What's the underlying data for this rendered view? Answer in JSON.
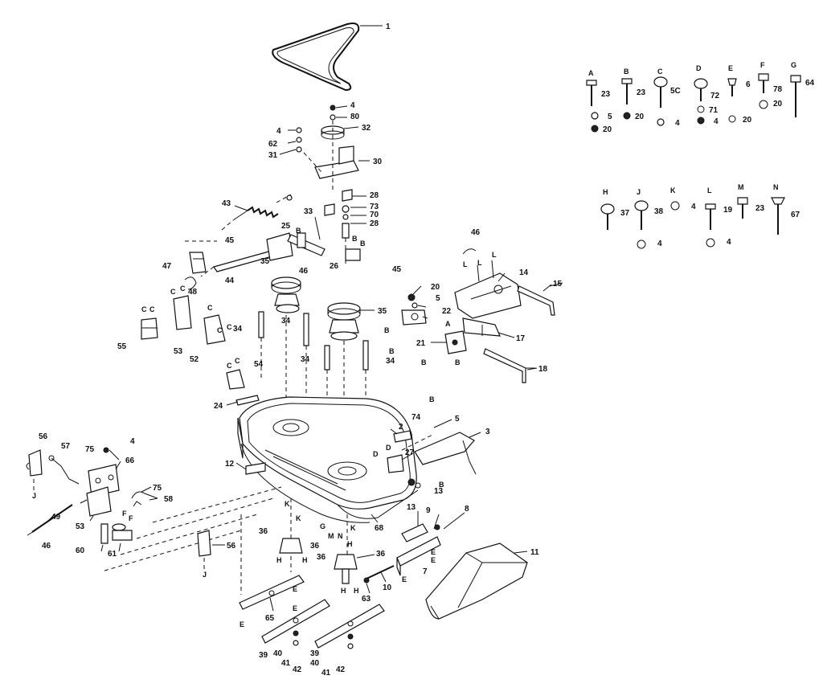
{
  "callouts": [
    {
      "id": "c1",
      "text": "1"
    },
    {
      "id": "c3",
      "text": "3"
    },
    {
      "id": "c4a",
      "text": "4"
    },
    {
      "id": "c80",
      "text": "80"
    },
    {
      "id": "c32",
      "text": "32"
    },
    {
      "id": "c4b",
      "text": "4"
    },
    {
      "id": "c62",
      "text": "62"
    },
    {
      "id": "c31",
      "text": "31"
    },
    {
      "id": "c30",
      "text": "30"
    },
    {
      "id": "c28a",
      "text": "28"
    },
    {
      "id": "c73",
      "text": "73"
    },
    {
      "id": "c70",
      "text": "70"
    },
    {
      "id": "c28b",
      "text": "28"
    },
    {
      "id": "c43",
      "text": "43"
    },
    {
      "id": "c33",
      "text": "33"
    },
    {
      "id": "c25",
      "text": "25"
    },
    {
      "id": "c45a",
      "text": "45"
    },
    {
      "id": "c47",
      "text": "47"
    },
    {
      "id": "c44",
      "text": "44"
    },
    {
      "id": "c35a",
      "text": "35"
    },
    {
      "id": "c46a",
      "text": "46"
    },
    {
      "id": "c26",
      "text": "26"
    },
    {
      "id": "c48",
      "text": "48"
    },
    {
      "id": "c45b",
      "text": "45"
    },
    {
      "id": "c20",
      "text": "20"
    },
    {
      "id": "c5a",
      "text": "5"
    },
    {
      "id": "c22",
      "text": "22"
    },
    {
      "id": "c35b",
      "text": "35"
    },
    {
      "id": "c46b",
      "text": "46"
    },
    {
      "id": "c14",
      "text": "14"
    },
    {
      "id": "c15",
      "text": "15"
    },
    {
      "id": "c17",
      "text": "17"
    },
    {
      "id": "c55",
      "text": "55"
    },
    {
      "id": "c53a",
      "text": "53"
    },
    {
      "id": "c52",
      "text": "52"
    },
    {
      "id": "c34a",
      "text": "34"
    },
    {
      "id": "c34b",
      "text": "34"
    },
    {
      "id": "c34c",
      "text": "34"
    },
    {
      "id": "c34d",
      "text": "34"
    },
    {
      "id": "c21",
      "text": "21"
    },
    {
      "id": "c18",
      "text": "18"
    },
    {
      "id": "c54",
      "text": "54"
    },
    {
      "id": "c24",
      "text": "24"
    },
    {
      "id": "c2",
      "text": "2"
    },
    {
      "id": "c74",
      "text": "74"
    },
    {
      "id": "c5b",
      "text": "5"
    },
    {
      "id": "c27",
      "text": "27"
    },
    {
      "id": "c56a",
      "text": "56"
    },
    {
      "id": "c57",
      "text": "57"
    },
    {
      "id": "c75a",
      "text": "75"
    },
    {
      "id": "c4c",
      "text": "4"
    },
    {
      "id": "c66",
      "text": "66"
    },
    {
      "id": "c12",
      "text": "12"
    },
    {
      "id": "c75b",
      "text": "75"
    },
    {
      "id": "c58",
      "text": "58"
    },
    {
      "id": "c49",
      "text": "49"
    },
    {
      "id": "c53b",
      "text": "53"
    },
    {
      "id": "c46c",
      "text": "46"
    },
    {
      "id": "c60",
      "text": "60"
    },
    {
      "id": "c61",
      "text": "61"
    },
    {
      "id": "c56b",
      "text": "56"
    },
    {
      "id": "c13a",
      "text": "13"
    },
    {
      "id": "c9",
      "text": "9"
    },
    {
      "id": "c13b",
      "text": "13"
    },
    {
      "id": "c8",
      "text": "8"
    },
    {
      "id": "c68",
      "text": "68"
    },
    {
      "id": "c11",
      "text": "11"
    },
    {
      "id": "c7",
      "text": "7"
    },
    {
      "id": "c36a",
      "text": "36"
    },
    {
      "id": "c36b",
      "text": "36"
    },
    {
      "id": "c36c",
      "text": "36"
    },
    {
      "id": "c36d",
      "text": "36"
    },
    {
      "id": "c10",
      "text": "10"
    },
    {
      "id": "c63",
      "text": "63"
    },
    {
      "id": "c65",
      "text": "65"
    },
    {
      "id": "c39",
      "text": "39"
    },
    {
      "id": "c40a",
      "text": "40"
    },
    {
      "id": "c41a",
      "text": "41"
    },
    {
      "id": "c42a",
      "text": "42"
    },
    {
      "id": "c40b",
      "text": "40"
    },
    {
      "id": "c41b",
      "text": "41"
    },
    {
      "id": "c42b",
      "text": "42"
    },
    {
      "id": "c39b",
      "text": "39"
    }
  ],
  "letters": [
    {
      "id": "lB1",
      "text": "B"
    },
    {
      "id": "lB2",
      "text": "B"
    },
    {
      "id": "lB3",
      "text": "B"
    },
    {
      "id": "lB4",
      "text": "B"
    },
    {
      "id": "lB5",
      "text": "B"
    },
    {
      "id": "lB6",
      "text": "B"
    },
    {
      "id": "lB7",
      "text": "B"
    },
    {
      "id": "lB8",
      "text": "B"
    },
    {
      "id": "lB9",
      "text": "B"
    },
    {
      "id": "lA1",
      "text": "A"
    },
    {
      "id": "lC1",
      "text": "C"
    },
    {
      "id": "lC2",
      "text": "C"
    },
    {
      "id": "lC3",
      "text": "C"
    },
    {
      "id": "lC4",
      "text": "C"
    },
    {
      "id": "lC5",
      "text": "C"
    },
    {
      "id": "lC6",
      "text": "C"
    },
    {
      "id": "lC7",
      "text": "C"
    },
    {
      "id": "lC8",
      "text": "C"
    },
    {
      "id": "lC9",
      "text": "C"
    },
    {
      "id": "lL1",
      "text": "L"
    },
    {
      "id": "lL2",
      "text": "L"
    },
    {
      "id": "lL3",
      "text": "L"
    },
    {
      "id": "lD1",
      "text": "D"
    },
    {
      "id": "lD2",
      "text": "D"
    },
    {
      "id": "lK1",
      "text": "K"
    },
    {
      "id": "lK2",
      "text": "K"
    },
    {
      "id": "lK3",
      "text": "K"
    },
    {
      "id": "lG1",
      "text": "G"
    },
    {
      "id": "lM1",
      "text": "M"
    },
    {
      "id": "lN1",
      "text": "N"
    },
    {
      "id": "lH1",
      "text": "H"
    },
    {
      "id": "lH2",
      "text": "H"
    },
    {
      "id": "lH3",
      "text": "H"
    },
    {
      "id": "lH4",
      "text": "H"
    },
    {
      "id": "lH5",
      "text": "H"
    },
    {
      "id": "lJ1",
      "text": "J"
    },
    {
      "id": "lJ2",
      "text": "J"
    },
    {
      "id": "lF1",
      "text": "F"
    },
    {
      "id": "lF2",
      "text": "F"
    },
    {
      "id": "lE1",
      "text": "E"
    },
    {
      "id": "lE2",
      "text": "E"
    },
    {
      "id": "lE3",
      "text": "E"
    },
    {
      "id": "lE4",
      "text": "E"
    },
    {
      "id": "lE5",
      "text": "E"
    },
    {
      "id": "lE6",
      "text": "E"
    }
  ],
  "legend_top": [
    {
      "letter": "A",
      "part": "23",
      "washers": [
        "5",
        "20"
      ]
    },
    {
      "letter": "B",
      "part": "23",
      "washers": [
        "20"
      ]
    },
    {
      "letter": "C",
      "part": "5C",
      "washers": [
        "4"
      ]
    },
    {
      "letter": "D",
      "part": "72",
      "washers": [
        "71",
        "4"
      ]
    },
    {
      "letter": "E",
      "part": "6",
      "washers": [
        "20"
      ]
    },
    {
      "letter": "F",
      "part": "78",
      "washers": [
        "20"
      ]
    },
    {
      "letter": "G",
      "part": "64",
      "washers": []
    }
  ],
  "legend_bottom": [
    {
      "letter": "H",
      "part": "37",
      "washers": []
    },
    {
      "letter": "J",
      "part": "38",
      "washers": [
        "4"
      ]
    },
    {
      "letter": "K",
      "part": "4",
      "washers": []
    },
    {
      "letter": "L",
      "part": "19",
      "washers": [
        "4"
      ]
    },
    {
      "letter": "M",
      "part": "23",
      "washers": []
    },
    {
      "letter": "N",
      "part": "67",
      "washers": []
    }
  ]
}
